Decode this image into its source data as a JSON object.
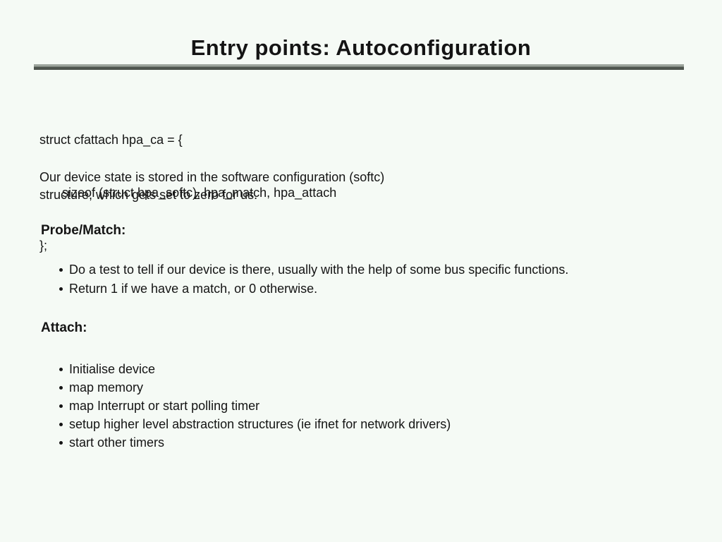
{
  "slide": {
    "title": "Entry points: Autoconfiguration",
    "code": {
      "lines": [
        "struct cfattach hpa_ca = {",
        "sizeof (struct hpa_softc), hpa_match, hpa_attach",
        "};"
      ]
    },
    "intro_lines": [
      "Our device state is stored in the software configuration (softc)",
      "structure, which gets set to zero for us."
    ],
    "sections": [
      {
        "heading": "Probe/Match:",
        "bullets": [
          "Do a test to tell if our device is there, usually with the help of some bus specific functions.",
          "Return 1 if we have a match, or 0 otherwise."
        ]
      },
      {
        "heading": "Attach:",
        "bullets": [
          "Initialise device",
          "map memory",
          "map Interrupt or start polling timer",
          "setup higher level abstraction structures (ie ifnet for network drivers)",
          "start other timers"
        ]
      }
    ],
    "colors": {
      "background": "#f5faf5",
      "text": "#141414",
      "divider_top": "#9da59d",
      "divider_bottom": "#4e554e"
    }
  }
}
